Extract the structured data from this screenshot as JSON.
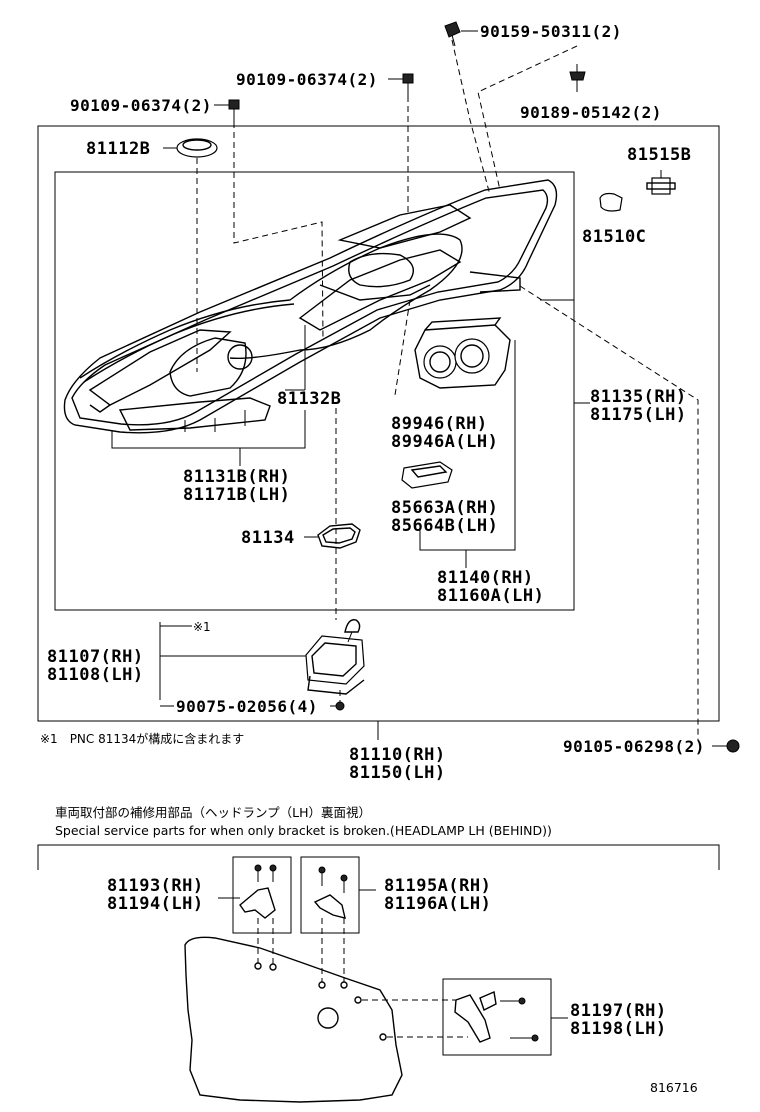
{
  "labels": {
    "p90159": "90159-50311(2)",
    "p90109a": "90109-06374(2)",
    "p90189": "90189-05142(2)",
    "p90109b": "90109-06374(2)",
    "p81112": "81112B",
    "p81515": "81515B",
    "p81510": "81510C",
    "p81132": "81132B",
    "p81135": "81135(RH)",
    "p81175": "81175(LH)",
    "p89946": "89946(RH)",
    "p89946a": "89946A(LH)",
    "p81131": "81131B(RH)",
    "p81171": "81171B(LH)",
    "p85663": "85663A(RH)",
    "p85664": "85664B(LH)",
    "p81134": "81134",
    "p81140": "81140(RH)",
    "p81160": "81160A(LH)",
    "mark1": "※1",
    "p81107": "81107(RH)",
    "p81108": "81108(LH)",
    "p90075": "90075-02056(4)",
    "p81110": "81110(RH)",
    "p81150": "81150(LH)",
    "p90105": "90105-06298(2)",
    "p81193": "81193(RH)",
    "p81194": "81194(LH)",
    "p81195": "81195A(RH)",
    "p81196": "81196A(LH)",
    "p81197": "81197(RH)",
    "p81198": "81198(LH)"
  },
  "notes": {
    "note1": "※1　PNC 81134が構成に含まれます",
    "caption_jp": "車両取付部の補修用部品（ヘッドランプ（LH）裏面視）",
    "caption_en": "Special service parts for when only bracket is broken.(HEADLAMP LH (BEHIND))",
    "figure_no": "816716"
  }
}
